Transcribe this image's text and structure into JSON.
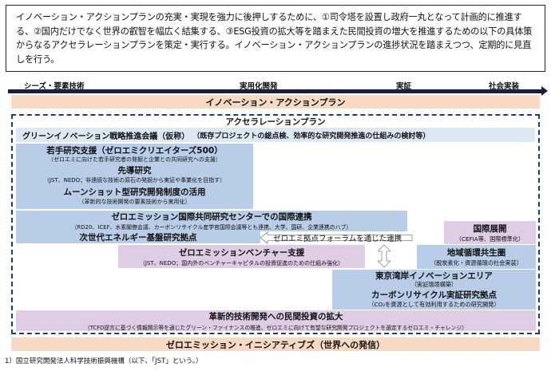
{
  "intro": "イノベーション・アクションプランの充実・実現を強力に後押しするために、①司令塔を設置し政府一丸となって計画的に推進する、②国内だけでなく世界の叡智を幅広く結集する、③ESG投資の拡大等を踏まえた民間投資の増大を推進するための以下の具体策からなるアクセラレーションプランを策定・実行する。イノベーション・アクションプランの進捗状況を踏まえつつ、定期的に見直しを行う。",
  "stages": [
    "シーズ・要素技術",
    "実用化開発",
    "実証",
    "社会実装"
  ],
  "innovation_plan": "イノベーション・アクションプラン",
  "accel_plan": "アクセラレーションプラン",
  "green": {
    "title": "グリーンイノベーション戦略推進会議（仮称）",
    "sub": "（既存プロジェクトの総点検、効率的な研究開発推進の仕組みの検討等）"
  },
  "young": {
    "title": "若手研究支援（ゼロエミクリエイターズ500）",
    "sub": "（ゼロエミに向けた若手研究者の発掘と企業との共同研究への支援）"
  },
  "sendo": {
    "title": "先導研究",
    "sub": "（JST、NEDO；非連続な技術の原石の発掘から実証や事業化を目指す）",
    "sup": "1）"
  },
  "moonshot": {
    "title": "ムーンショット型研究開発制度の活用",
    "sub": "（革新的な技術開発の要素技術から実用化）"
  },
  "zero_center": {
    "title": "ゼロエミッション国際共同研究センターでの国際連携",
    "sub": "（RD20、ICEF、水素閣僚会議、カーボンリサイクル産学官国際会議等とも連携、大学、国研、企業連携のハブ）"
  },
  "next_energy": "次世代エネルギー基盤研究拠点",
  "forum": "ゼロエミ拠点フォーラムを通じた連携",
  "intl": {
    "title": "国際展開",
    "sub": "（CEFIA等、国際標準化）"
  },
  "venture": {
    "title": "ゼロエミッションベンチャー支援",
    "sub": "（JST、NEDO；国内外のベンチャーキャピタルの投資促進のための仕組み強化）"
  },
  "region": {
    "title": "地域循環共生圏",
    "sub": "（脱炭素化・資源循環の社会実装）"
  },
  "tokyo": {
    "title": "東京湾岸イノベーションエリア",
    "sub": "（実証環境構築）"
  },
  "carbon": {
    "title": "カーボンリサイクル実証研究拠点",
    "sub": "（CO₂を資源として有効利用するための研究開発）"
  },
  "private": {
    "title": "革新的技術開発への民間投資の拡大",
    "sub": "（TCFD提言に基づく情報開示等を通じたグリーン・ファイナンスの推進、ゼロエミに向けて有望な研究開発プロジェクトを選定するゼロエミ・チャレンジ）"
  },
  "initiatives": "ゼロエミッション・イニシアティブズ（世界への発信）",
  "footnote": "1）国立研究開発法人科学技術振興機構（以下、「JST」という。）",
  "colors": {
    "peach": "#f8d9c3",
    "blue": "#b9cde8",
    "light_blue": "#dde8f5",
    "pink": "#dfcde6",
    "dash": "#1f3b70"
  }
}
